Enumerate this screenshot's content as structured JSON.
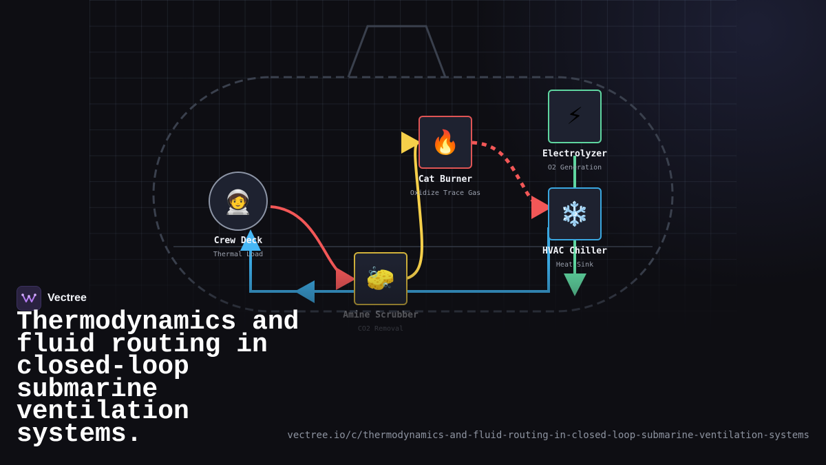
{
  "brand": {
    "name": "Vectree"
  },
  "headline": "Thermodynamics and fluid routing in closed-loop submarine ventilation systems.",
  "url": "vectree.io/c/thermodynamics-and-fluid-routing-in-closed-loop-submarine-ventilation-systems",
  "nodes": {
    "crew_deck": {
      "icon": "astronaut-icon",
      "emoji": "🧑‍🚀",
      "label": "Crew Deck",
      "sub": "Thermal Load"
    },
    "amine_scrubber": {
      "icon": "sponge-icon",
      "emoji": "🧽",
      "label": "Amine Scrubber",
      "sub": "CO2 Removal"
    },
    "cat_burner": {
      "icon": "fire-icon",
      "emoji": "🔥",
      "label": "Cat Burner",
      "sub": "Oxidize Trace Gas"
    },
    "electrolyzer": {
      "icon": "lightning-icon",
      "emoji": "⚡",
      "label": "Electrolyzer",
      "sub": "O2 Generation"
    },
    "hvac_chiller": {
      "icon": "snowflake-icon",
      "emoji": "❄️",
      "label": "HVAC Chiller",
      "sub": "Heat Sink"
    }
  },
  "colors": {
    "hot_flow": "#f25757",
    "trace_gas_flow": "#f5cf4a",
    "cold_return": "#3aa7e0",
    "oxygen_flow": "#5fd6a0",
    "hull_outline": "#3a404d",
    "node_fill": "#1e2230"
  }
}
